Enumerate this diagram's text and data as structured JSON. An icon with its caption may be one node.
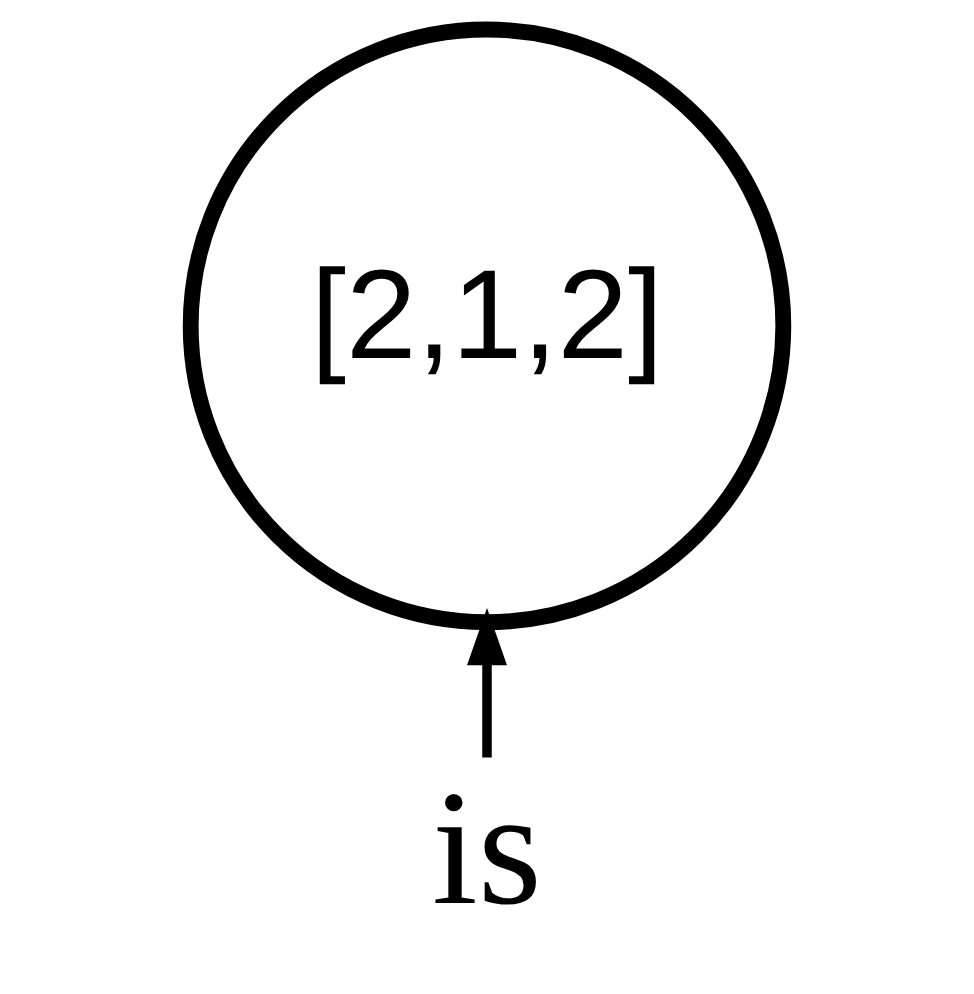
{
  "diagram": {
    "nodes": [
      {
        "text": [
          "[2,1,2]"
        ]
      },
      {
        "text": [
          "is"
        ]
      }
    ],
    "edges": [
      {
        "from": 1,
        "to": 0,
        "arrow": "to"
      }
    ]
  }
}
